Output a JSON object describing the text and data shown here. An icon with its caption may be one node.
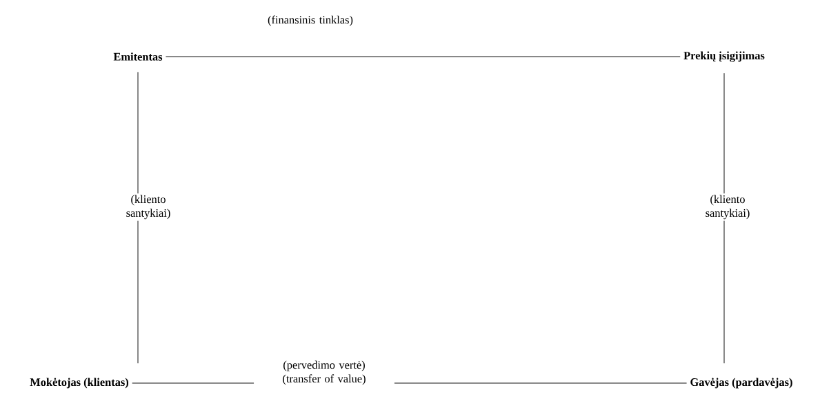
{
  "diagram": {
    "nodes": [
      {
        "text": [
          "Emitentas"
        ]
      },
      {
        "text": [
          "Prekių įsigijimas"
        ]
      },
      {
        "text": [
          "Mokėtojas (klientas)"
        ]
      },
      {
        "text": [
          "Gavėjas (pardavėjas)"
        ]
      }
    ],
    "edges": [
      {
        "from": 0,
        "to": 1,
        "arrow": "none",
        "label": "(finansinis tinklas)"
      },
      {
        "from": 0,
        "to": 2,
        "arrow": "none",
        "label": "(kliento santykiai)"
      },
      {
        "from": 1,
        "to": 3,
        "arrow": "none",
        "label": "(kliento santykiai)"
      },
      {
        "from": 2,
        "to": 3,
        "arrow": "none",
        "label": "(pervedimo vertė) (transfer of value)"
      }
    ]
  }
}
